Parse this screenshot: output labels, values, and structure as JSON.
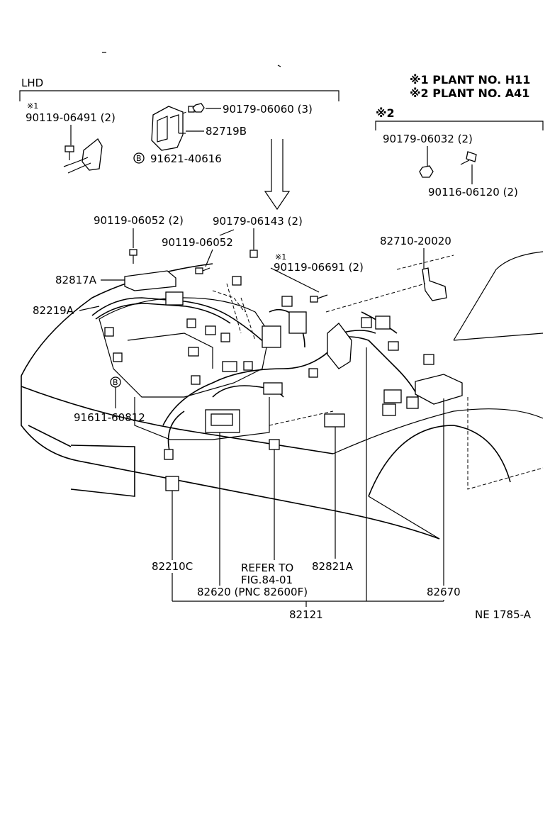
{
  "region_labels": {
    "lhd": "LHD",
    "plant_note_1": "※1  PLANT NO. H11",
    "plant_note_2": "※2  PLANT NO. A41",
    "star2_group": "※2"
  },
  "parts": {
    "p90119_06491": {
      "mark": "※1",
      "text": "90119-06491 (2)"
    },
    "p90179_06060": "90179-06060 (3)",
    "p82719B": "82719B",
    "p91621_40616": "91621-40616",
    "p90179_06032": "90179-06032 (2)",
    "p90116_06120": "90116-06120 (2)",
    "p90119_06052_2": "90119-06052 (2)",
    "p90179_06143": "90179-06143 (2)",
    "p90119_06052": "90119-06052",
    "p90119_06691": {
      "mark": "※1",
      "text": "90119-06691 (2)"
    },
    "p82710_20020": "82710-20020",
    "p82817A": "82817A",
    "p82219A": "82219A",
    "p91611_60812": "91611-60812",
    "p82210C": "82210C",
    "refer_line1": "REFER TO",
    "refer_line2": "FIG.84-01",
    "p82620": "82620 (PNC 82600F)",
    "p82821A": "82821A",
    "p82670": "82670",
    "p82121": "82121"
  },
  "circle_markers": {
    "b": "B"
  },
  "figure_id": "NE 1785-A"
}
